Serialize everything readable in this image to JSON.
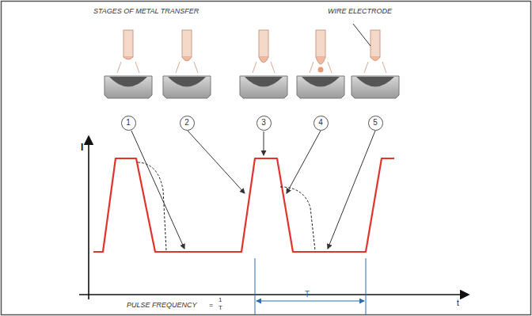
{
  "diagram": {
    "nodes": [
      {
        "text": [
          "1"
        ]
      },
      {
        "text": [
          "2"
        ]
      },
      {
        "text": [
          "3"
        ]
      },
      {
        "text": [
          "4"
        ]
      },
      {
        "text": [
          "5"
        ]
      }
    ],
    "labels": [
      "STAGES OF METAL TRANSFER",
      "WIRE ELECTRODE",
      "I",
      "t",
      "PULSE FREQUENCY",
      "=",
      "1",
      "T",
      "T"
    ]
  }
}
